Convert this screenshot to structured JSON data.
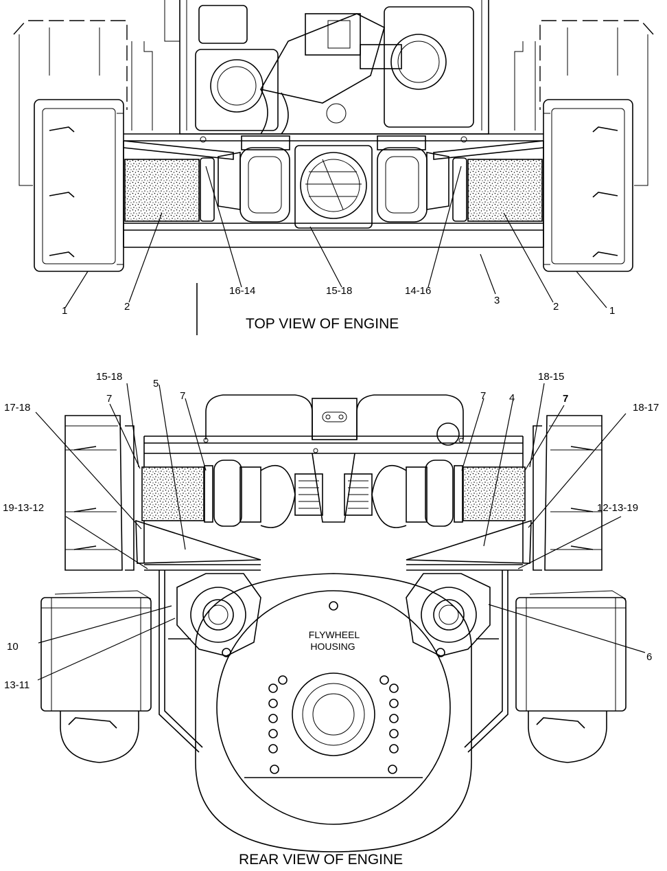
{
  "views": {
    "top": {
      "title": "TOP VIEW OF ENGINE",
      "callouts": [
        "1",
        "2",
        "16-14",
        "15-18",
        "14-16",
        "3",
        "2",
        "1"
      ]
    },
    "rear": {
      "title": "REAR VIEW OF ENGINE",
      "housing_line1": "FLYWHEEL",
      "housing_line2": "HOUSING",
      "callouts": [
        "15-18",
        "5",
        "7",
        "7",
        "7",
        "4",
        "18-15",
        "7",
        "17-18",
        "18-17",
        "19-13-12",
        "12-13-19",
        "10",
        "6",
        "13-11"
      ]
    }
  }
}
